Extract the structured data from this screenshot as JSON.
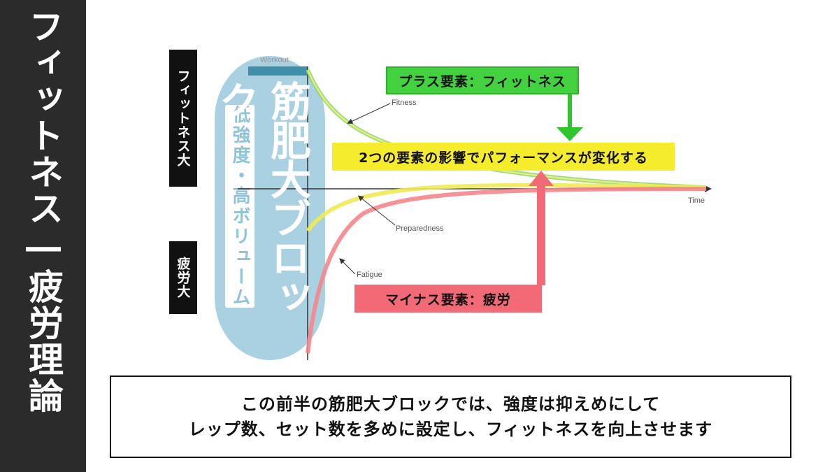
{
  "sidebar": {
    "title": "フィットネス―疲労理論"
  },
  "labels": {
    "fitness_large": "フィットネス大",
    "fatigue_large": "疲労大"
  },
  "capsule": {
    "main": "筋肥大ブロック",
    "sub": "低強度・高ボリューム"
  },
  "tags": {
    "plus": "プラス要素：フィットネス",
    "center": "2つの要素の影響でパフォーマンスが変化する",
    "minus": "マイナス要素：疲労"
  },
  "curve_labels": {
    "workout": "Workout",
    "fitness": "Fitness",
    "time": "Time",
    "preparedness": "Preparedness",
    "fatigue": "Fatigue"
  },
  "caption": {
    "line1": "この前半の筋肥大ブロックでは、強度は抑えめにして",
    "line2": "レップ数、セット数を多めに設定し、フィットネスを向上させます"
  },
  "colors": {
    "sidebar": "#2b2b2b",
    "capsule": "#a9d1e1",
    "fitness_green": "#43d13f",
    "center_yellow": "#f5ec2c",
    "fatigue_red": "#f26a75"
  }
}
